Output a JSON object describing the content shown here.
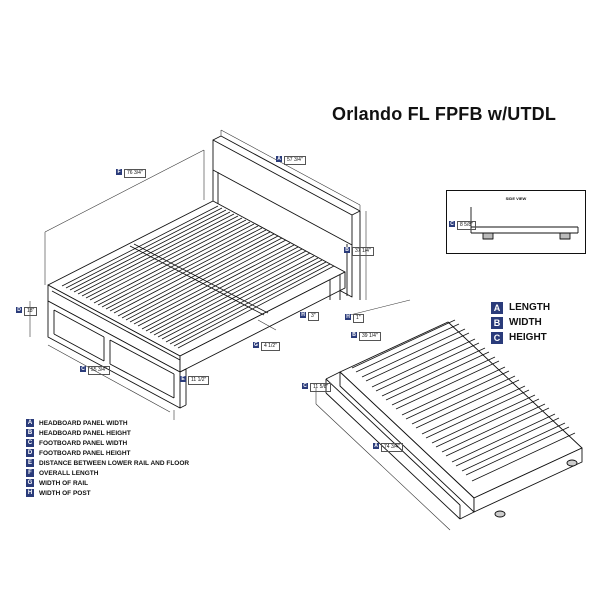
{
  "title": "Orlando FL FPFB w/UTDL",
  "side_view_label": "SIDE VIEW",
  "dims": {
    "A": {
      "letter": "A",
      "value": "57 3/4\""
    },
    "B": {
      "letter": "B",
      "value": "37 1/4\""
    },
    "C": {
      "letter": "C",
      "value": "55 3/4\""
    },
    "D": {
      "letter": "D",
      "value": "18\""
    },
    "E": {
      "letter": "E",
      "value": "11 1/2\""
    },
    "F": {
      "letter": "F",
      "value": "76 3/4\""
    },
    "G": {
      "letter": "G",
      "value": "4 1/2\""
    },
    "H": {
      "letter": "H",
      "value": "3\""
    },
    "I": {
      "letter": "H",
      "value": "1\""
    },
    "trundle_A": {
      "letter": "A",
      "value": "74 3/4\""
    },
    "trundle_B": {
      "letter": "B",
      "value": "39 1/4\""
    },
    "trundle_C": {
      "letter": "C",
      "value": "11 5/8\""
    },
    "side_C": {
      "letter": "C",
      "value": "8 5/8\""
    }
  },
  "legend_small": [
    {
      "letter": "A",
      "text": "LENGTH"
    },
    {
      "letter": "B",
      "text": "WIDTH"
    },
    {
      "letter": "C",
      "text": "HEIGHT"
    }
  ],
  "legend_big": [
    {
      "letter": "A",
      "text": "HEADBOARD PANEL WIDTH"
    },
    {
      "letter": "B",
      "text": "HEADBOARD PANEL HEIGHT"
    },
    {
      "letter": "C",
      "text": "FOOTBOARD PANEL WIDTH"
    },
    {
      "letter": "D",
      "text": "FOOTBOARD PANEL HEIGHT"
    },
    {
      "letter": "E",
      "text": "DISTANCE BETWEEN LOWER RAIL AND FLOOR"
    },
    {
      "letter": "F",
      "text": "OVERALL LENGTH"
    },
    {
      "letter": "G",
      "text": "WIDTH OF RAIL"
    },
    {
      "letter": "H",
      "text": "WIDTH OF POST"
    }
  ]
}
